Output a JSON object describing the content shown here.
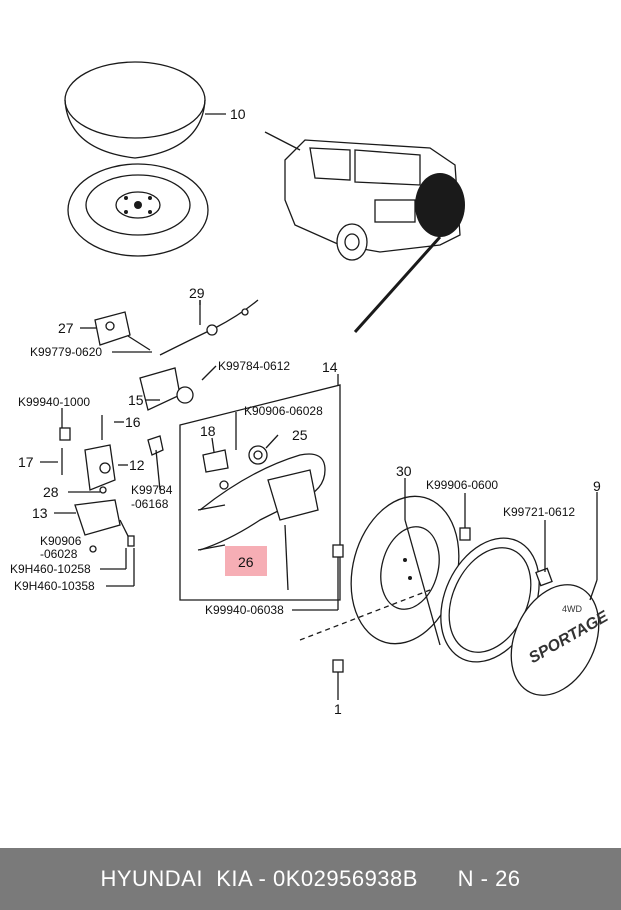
{
  "parts": [
    {
      "id": "p10",
      "text": "10"
    },
    {
      "id": "p29",
      "text": "29"
    },
    {
      "id": "p27",
      "text": "27"
    },
    {
      "id": "k99779",
      "text": "K99779-0620"
    },
    {
      "id": "k99784a",
      "text": "K99784-0612"
    },
    {
      "id": "p14",
      "text": "14"
    },
    {
      "id": "k99940a",
      "text": "K99940-1000"
    },
    {
      "id": "p15",
      "text": "15"
    },
    {
      "id": "p16",
      "text": "16"
    },
    {
      "id": "k90906a",
      "text": "K90906-06028"
    },
    {
      "id": "p18",
      "text": "18"
    },
    {
      "id": "p25",
      "text": "25"
    },
    {
      "id": "p17",
      "text": "17"
    },
    {
      "id": "p12",
      "text": "12"
    },
    {
      "id": "k99784b1",
      "text": "K99784"
    },
    {
      "id": "k99784b2",
      "text": "-06168"
    },
    {
      "id": "p28",
      "text": "28"
    },
    {
      "id": "p13",
      "text": "13"
    },
    {
      "id": "k90906b1",
      "text": "K90906"
    },
    {
      "id": "k90906b2",
      "text": "-06028"
    },
    {
      "id": "k9h460a",
      "text": "K9H460-10258"
    },
    {
      "id": "k9h460b",
      "text": "K9H460-10358"
    },
    {
      "id": "p26",
      "text": "26"
    },
    {
      "id": "k99940b",
      "text": "K99940-06038"
    },
    {
      "id": "p30",
      "text": "30"
    },
    {
      "id": "k99906",
      "text": "K99906-0600"
    },
    {
      "id": "p9",
      "text": "9"
    },
    {
      "id": "k99721",
      "text": "K99721-0612"
    },
    {
      "id": "p1",
      "text": "1"
    },
    {
      "id": "cover_logo",
      "text": "SPORTAGE"
    },
    {
      "id": "cover_badge",
      "text": "4WD"
    }
  ],
  "highlight_part": "26",
  "footer": {
    "text": "HYUNDAI  KIA - 0K02956938B      N - 26"
  }
}
